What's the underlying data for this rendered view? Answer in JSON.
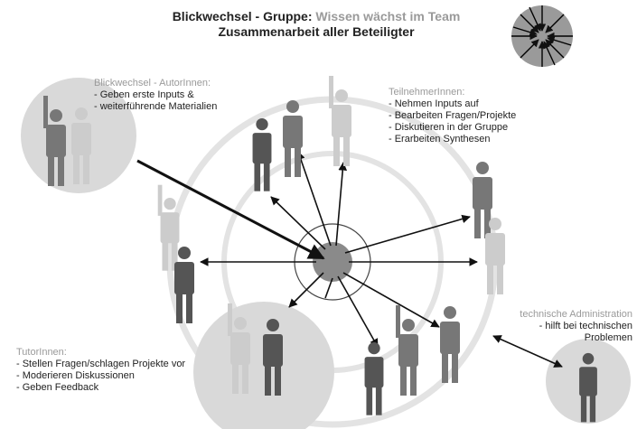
{
  "title": {
    "prefix": "Blickwechsel - Gruppe: ",
    "highlight": "Wissen wächst im Team",
    "subtitle": "Zusammenarbeit aller Beteiligter"
  },
  "authors": {
    "heading": "Blickwechsel - AutorInnen:",
    "lines": [
      "- Geben erste Inputs &",
      "- weiterführende Materialien"
    ]
  },
  "participants": {
    "heading": "TeilnehmerInnen:",
    "lines": [
      "- Nehmen Inputs auf",
      "- Bearbeiten Fragen/Projekte",
      "- Diskutieren in der Gruppe",
      "- Erarbeiten Synthesen"
    ]
  },
  "tutors": {
    "heading": "TutorInnen:",
    "lines": [
      "- Stellen Fragen/schlagen Projekte vor",
      "- Moderieren Diskussionen",
      "- Geben Feedback"
    ]
  },
  "admin": {
    "heading": "technische Administration",
    "lines": [
      "- hilft bei technischen",
      "Problemen"
    ]
  },
  "colors": {
    "accent_gray": "#9a9a9a",
    "text": "#222222",
    "figure_dark": "#555555",
    "figure_mid": "#777777",
    "figure_light": "#cccccc",
    "circle_fill": "#d9d9d9",
    "hub_fill": "#888888"
  }
}
